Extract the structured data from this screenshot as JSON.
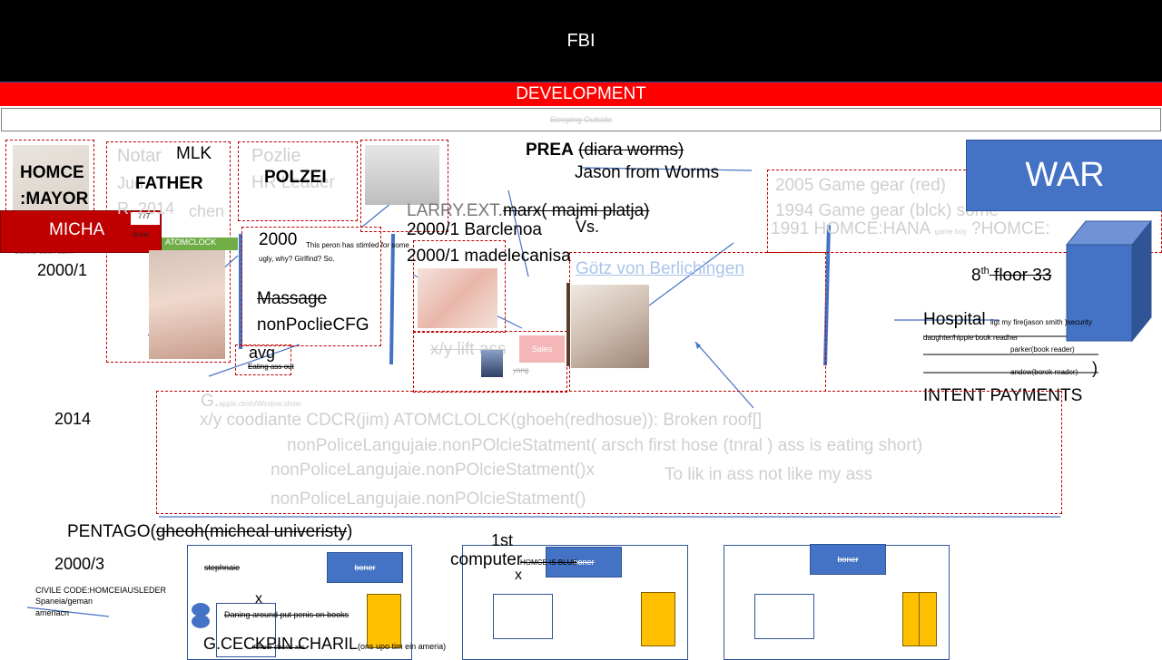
{
  "header": {
    "title": "FBI",
    "banner": "DEVELOPMENT",
    "sub_banner": "Sleeping Outside"
  },
  "war_label": "WAR",
  "homce": {
    "line1": "HOMCE",
    "line2": ":MAYOR",
    "caption": "Gunther Jons / Lan..."
  },
  "micha": {
    "label": "MICHA",
    "tag1": "777",
    "tag2": "drunk"
  },
  "years": {
    "y2000_1": "2000/1",
    "y2014": "2014",
    "y2000_3": "2000/3"
  },
  "father_box": {
    "faded1": "Notar",
    "faded2": "Jud",
    "faded3": "R. 2014",
    "faded4": "chen",
    "mlk": "MLK",
    "father": "FATHER",
    "atomclock": "ATOMCLOCK"
  },
  "polzei_box": {
    "faded1": "Pozlie",
    "faded2": "HR Leader",
    "title": "POLZEI",
    "year": "2000",
    "note": "This peron has stimled for some ugly, why? Girlfind? So.",
    "massage": "Massage",
    "nonpolice": "nonPoclieCFG",
    "avg": "avg",
    "eating": "Eating ass out"
  },
  "prea": {
    "bold": "PREA",
    "paren": "(diara worms)",
    "jason": "Jason from Worms"
  },
  "center": {
    "larry_prefix": "LARRY.EXT.",
    "larry_strike": "marx( majmi platja)",
    "vs": "Vs.",
    "barcelona": "2000/1 Barclenoa",
    "madele": "2000/1 madelecanisa",
    "goetz": "Götz von Berlichingen",
    "lift": "x/y lift ass",
    "sales": "Sales",
    "yang": "yang"
  },
  "game_gear": {
    "line1": "2005 Game gear (red)",
    "line2": "1994 Game gear (blck) some",
    "line3": "1991 HOMCE:HANA",
    "line3_small": "game boy",
    "line3_end": "?HOMCE:"
  },
  "right_panel": {
    "floor": "8",
    "floor_sup": "th",
    "floor_rest": " floor 33",
    "hospital": "Hospital",
    "hospital_note": "ligt my fire(jason smith )security",
    "daughter": "daughter/hippie book readher",
    "parker": "parker(book reader)",
    "andew": "andew(borok reader)",
    "paren": ")",
    "intent": "INTENT PAYMENTS"
  },
  "big_box": {
    "g_prefix": "G.",
    "g_small": "apple.ctrsh/Window.show",
    "line1": "x/y coodiante CDCR(jim)  ATOMCLOLCK(ghoeh(redhosue)):  Broken roof[]",
    "line2": "nonPoliceLangujaie.nonPOlcieStatment( arsch first hose (tnral ) ass is eating short)",
    "line3": "nonPoliceLangujaie.nonPOlcieStatment()x",
    "line3b": "To lik in ass not like  my ass",
    "line4": "nonPoliceLangujaie.nonPOlcieStatment()"
  },
  "pentago": {
    "prefix": "PENTAGO(",
    "strike": "gheoh(micheal univeristy",
    "suffix": ")"
  },
  "civile": {
    "line1": "CIVILE CODE:HOMCEIAUSLEDER",
    "line2": "Spaneia/geman",
    "line3": "ameriacn"
  },
  "panel1": {
    "stephnaie": "stephnaie",
    "boner": "boner",
    "x": "x",
    "dancing": "Daning around put penis on books",
    "small": "iPhone classic ass"
  },
  "panel2": {
    "first": "1st",
    "computer": "computer",
    "x": "x",
    "boner": "boner",
    "homce_blue": "HOMCE IS BLUE"
  },
  "panel3": {
    "boner": "boner"
  },
  "checkpoint": {
    "main": "G.CECKPIN CHARIL",
    "small": "(ons upo tim ein ameria)"
  }
}
